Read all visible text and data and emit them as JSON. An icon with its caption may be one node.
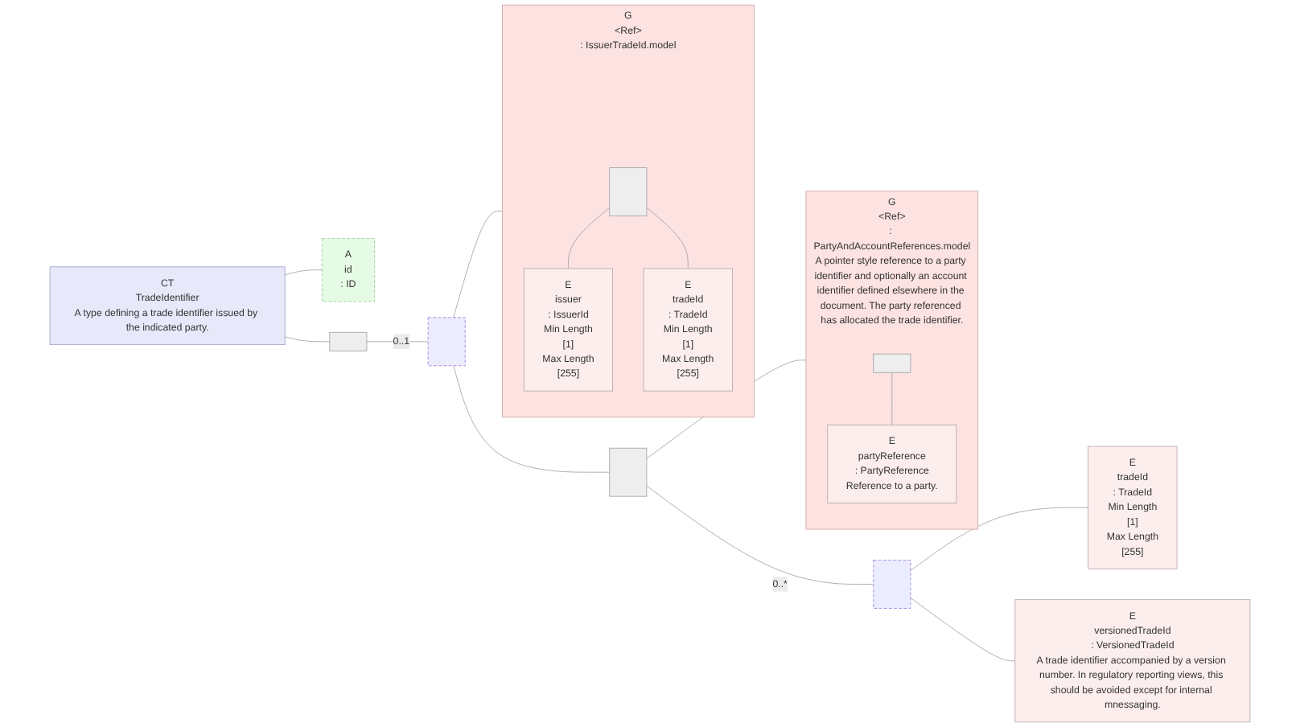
{
  "diagram": {
    "nodes": [
      {
        "text": [
          "CT",
          "TradeIdentifier",
          "A type defining a trade identifier issued by the indicated party."
        ]
      },
      {
        "text": [
          "A",
          "id",
          ": ID"
        ]
      },
      {
        "text": [],
        "shape": "box"
      },
      {
        "text": [],
        "shape": "bar"
      },
      {
        "text": [
          "G",
          "<Ref>",
          ": IssuerTradeId.model"
        ]
      },
      {
        "text": [],
        "shape": "bar",
        "in": 4
      },
      {
        "text": [
          "E",
          "issuer",
          ": IssuerId",
          "Min Length",
          "[1]",
          "Max Length",
          "[255]"
        ],
        "in": 4
      },
      {
        "text": [
          "E",
          "tradeId",
          ": TradeId",
          "Min Length",
          "[1]",
          "Max Length",
          "[255]"
        ],
        "in": 4
      },
      {
        "text": [],
        "shape": "bar"
      },
      {
        "text": [
          "G",
          "<Ref>",
          ": PartyAndAccountReferences.model",
          "A pointer style reference to a party identifier and optionally an account identifier defined elsewhere in the document. The party referenced has allocated the trade identifier."
        ]
      },
      {
        "text": [],
        "shape": "box",
        "in": 9
      },
      {
        "text": [
          "E",
          "partyReference",
          ": PartyReference",
          "Reference to a party."
        ],
        "in": 9
      },
      {
        "text": [],
        "shape": "bar"
      },
      {
        "text": [
          "E",
          "tradeId",
          ": TradeId",
          "Min Length",
          "[1]",
          "Max Length",
          "[255]"
        ]
      },
      {
        "text": [
          "E",
          "versionedTradeId",
          ": VersionedTradeId",
          "A trade identifier accompanied by a version number. In regulatory reporting views, this should be avoided except for internal mnessaging."
        ]
      }
    ],
    "edges": [
      {
        "from": 0,
        "to": 1,
        "arrow": "none"
      },
      {
        "from": 0,
        "to": 2,
        "arrow": "none"
      },
      {
        "from": 2,
        "to": 3,
        "arrow": "none",
        "label": "0..1"
      },
      {
        "from": 3,
        "to": 4,
        "arrow": "none"
      },
      {
        "from": 5,
        "to": 6,
        "arrow": "none"
      },
      {
        "from": 5,
        "to": 7,
        "arrow": "none"
      },
      {
        "from": 3,
        "to": 8,
        "arrow": "none"
      },
      {
        "from": 8,
        "to": 9,
        "arrow": "none"
      },
      {
        "from": 10,
        "to": 11,
        "arrow": "none"
      },
      {
        "from": 8,
        "to": 12,
        "arrow": "none",
        "label": "0..*"
      },
      {
        "from": 12,
        "to": 13,
        "arrow": "none"
      },
      {
        "from": 12,
        "to": 14,
        "arrow": "none"
      }
    ]
  }
}
